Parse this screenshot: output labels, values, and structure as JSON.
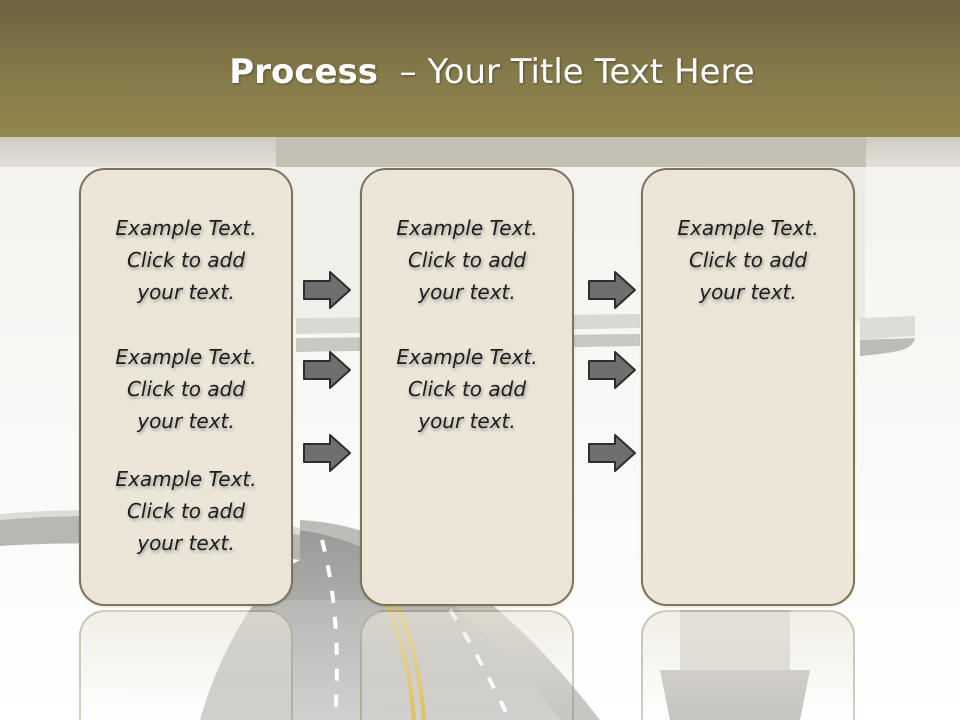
{
  "title": {
    "bold": "Process",
    "rest": "  – Your Title Text Here"
  },
  "columns": [
    {
      "blocks": [
        {
          "line1": "Example Text.",
          "line2": "Click  to add",
          "line3": "your text."
        },
        {
          "line1": "Example Text.",
          "line2": "Click  to add",
          "line3": "your text."
        },
        {
          "line1": "Example Text.",
          "line2": "Click  to add",
          "line3": "your text."
        }
      ]
    },
    {
      "blocks": [
        {
          "line1": "Example Text.",
          "line2": "Click  to add",
          "line3": "your text."
        },
        {
          "line1": "Example Text.",
          "line2": "Click  to add",
          "line3": "your text."
        }
      ]
    },
    {
      "blocks": [
        {
          "line1": "Example Text.",
          "line2": "Click  to add",
          "line3": "your text."
        }
      ]
    }
  ],
  "arrows": {
    "group1": [
      "right-arrow-icon",
      "right-arrow-icon",
      "right-arrow-icon"
    ],
    "group2": [
      "right-arrow-icon",
      "right-arrow-icon",
      "right-arrow-icon"
    ]
  },
  "colors": {
    "header": "#857a4a",
    "card_fill": "#ebe6d8",
    "card_border": "#7d7558",
    "arrow_fill": "#6f6f6f"
  }
}
